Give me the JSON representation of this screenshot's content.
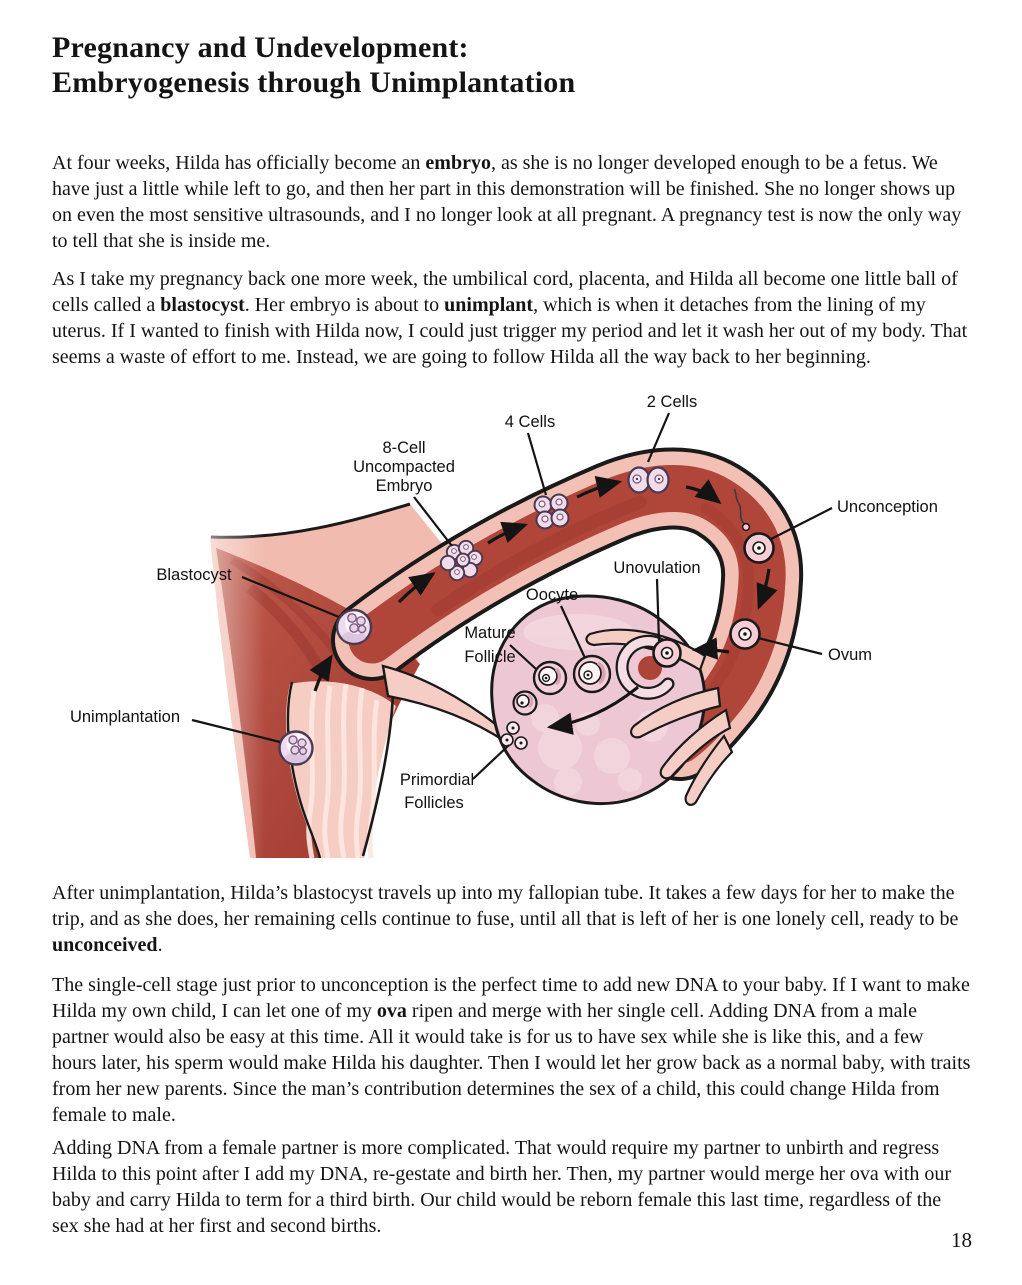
{
  "page": {
    "title_lines": [
      "Pregnancy and Undevelopment:",
      "Embryogenesis through Unimplantation"
    ],
    "page_number": "18"
  },
  "paragraphs": [
    {
      "runs": [
        {
          "t": "At four weeks, Hilda has officially become an "
        },
        {
          "t": "embryo",
          "b": true
        },
        {
          "t": ", as she is no longer developed enough to be a fetus. We have just a little while left to go, and then her part in this demonstration will be finished. She no longer shows up on even the most sensitive ultrasounds, and I no longer look at all pregnant. A pregnancy test is now the only way to tell that she is inside me."
        }
      ]
    },
    {
      "runs": [
        {
          "t": "As I take my pregnancy back one more week, the umbilical cord, placenta, and Hilda all become one little ball of cells called a "
        },
        {
          "t": "blastocyst",
          "b": true
        },
        {
          "t": ". Her embryo is about to "
        },
        {
          "t": "unimplant",
          "b": true
        },
        {
          "t": ", which is when it detaches from the lining of my uterus. If I wanted to finish with Hilda now, I could just trigger my period and let it wash her out of my body. That seems a waste of effort to me. Instead, we are going to follow Hilda all the way back to her beginning."
        }
      ]
    },
    {
      "runs": [
        {
          "t": "After unimplantation, Hilda’s blastocyst travels up into my fallopian tube. It takes a few days for her to make the trip, and as she does, her remaining cells continue to fuse, until all that is left of her is one lonely cell, ready to be "
        },
        {
          "t": "unconceived",
          "b": true
        },
        {
          "t": "."
        }
      ]
    },
    {
      "runs": [
        {
          "t": "The single-cell stage just prior to unconception is the perfect time to add new DNA to your baby. If I want to make Hilda my own child, I can let one of my "
        },
        {
          "t": "ova",
          "b": true
        },
        {
          "t": " ripen and merge with her single cell. Adding DNA from a male partner would also be easy at this time. All it would take is for us to have sex while she is like this, and a few hours later, his sperm would make Hilda his daughter. Then I would let her grow back as a normal baby, with traits from her new parents. Since the man’s contribution determines the sex of a child, this could change Hilda from female to male."
        }
      ]
    },
    {
      "runs": [
        {
          "t": "Adding DNA from a female partner is more complicated. That would require my partner to unbirth and regress Hilda to this point after I add my DNA, re-gestate and birth her. Then, my partner would merge her ova with our baby and carry Hilda to term for a third birth. Our child would be reborn female this last time, regardless of the sex she had at her first and second births."
        }
      ]
    }
  ],
  "figure": {
    "description": "Reversed ovulation-to-implantation diagram: uterus, fallopian tube and ovary with stages travelling backward",
    "labels": {
      "two_cells": "2 Cells",
      "four_cells": "4 Cells",
      "eight_cell_1": "8-Cell",
      "eight_cell_2": "Uncompacted",
      "eight_cell_3": "Embryo",
      "unconception": "Unconception",
      "blastocyst": "Blastocyst",
      "unovulation": "Unovulation",
      "oocyte": "Oocyte",
      "mature_follicle_1": "Mature",
      "mature_follicle_2": "Follicle",
      "ovum": "Ovum",
      "unimplantation": "Unimplantation",
      "primordial_1": "Primordial",
      "primordial_2": "Follicles"
    },
    "colors": {
      "ink": "#141414",
      "outline": "#1a1a1a",
      "tube_red": "#b0453a",
      "tube_dark": "#9c352b",
      "wall_pink": "#f3c0b5",
      "tissue_pink": "#f2bbb0",
      "tissue_light": "#f6cdc4",
      "canal_pink": "#f5cdc3",
      "stripe_light": "#fde8e2",
      "ovary_pink": "#edc8d4",
      "ovary_bump": "#f3d7df",
      "cell_fill": "#f0dcea",
      "cell_stroke": "#4a3950",
      "stage_fill": "#f6cdd6"
    }
  }
}
